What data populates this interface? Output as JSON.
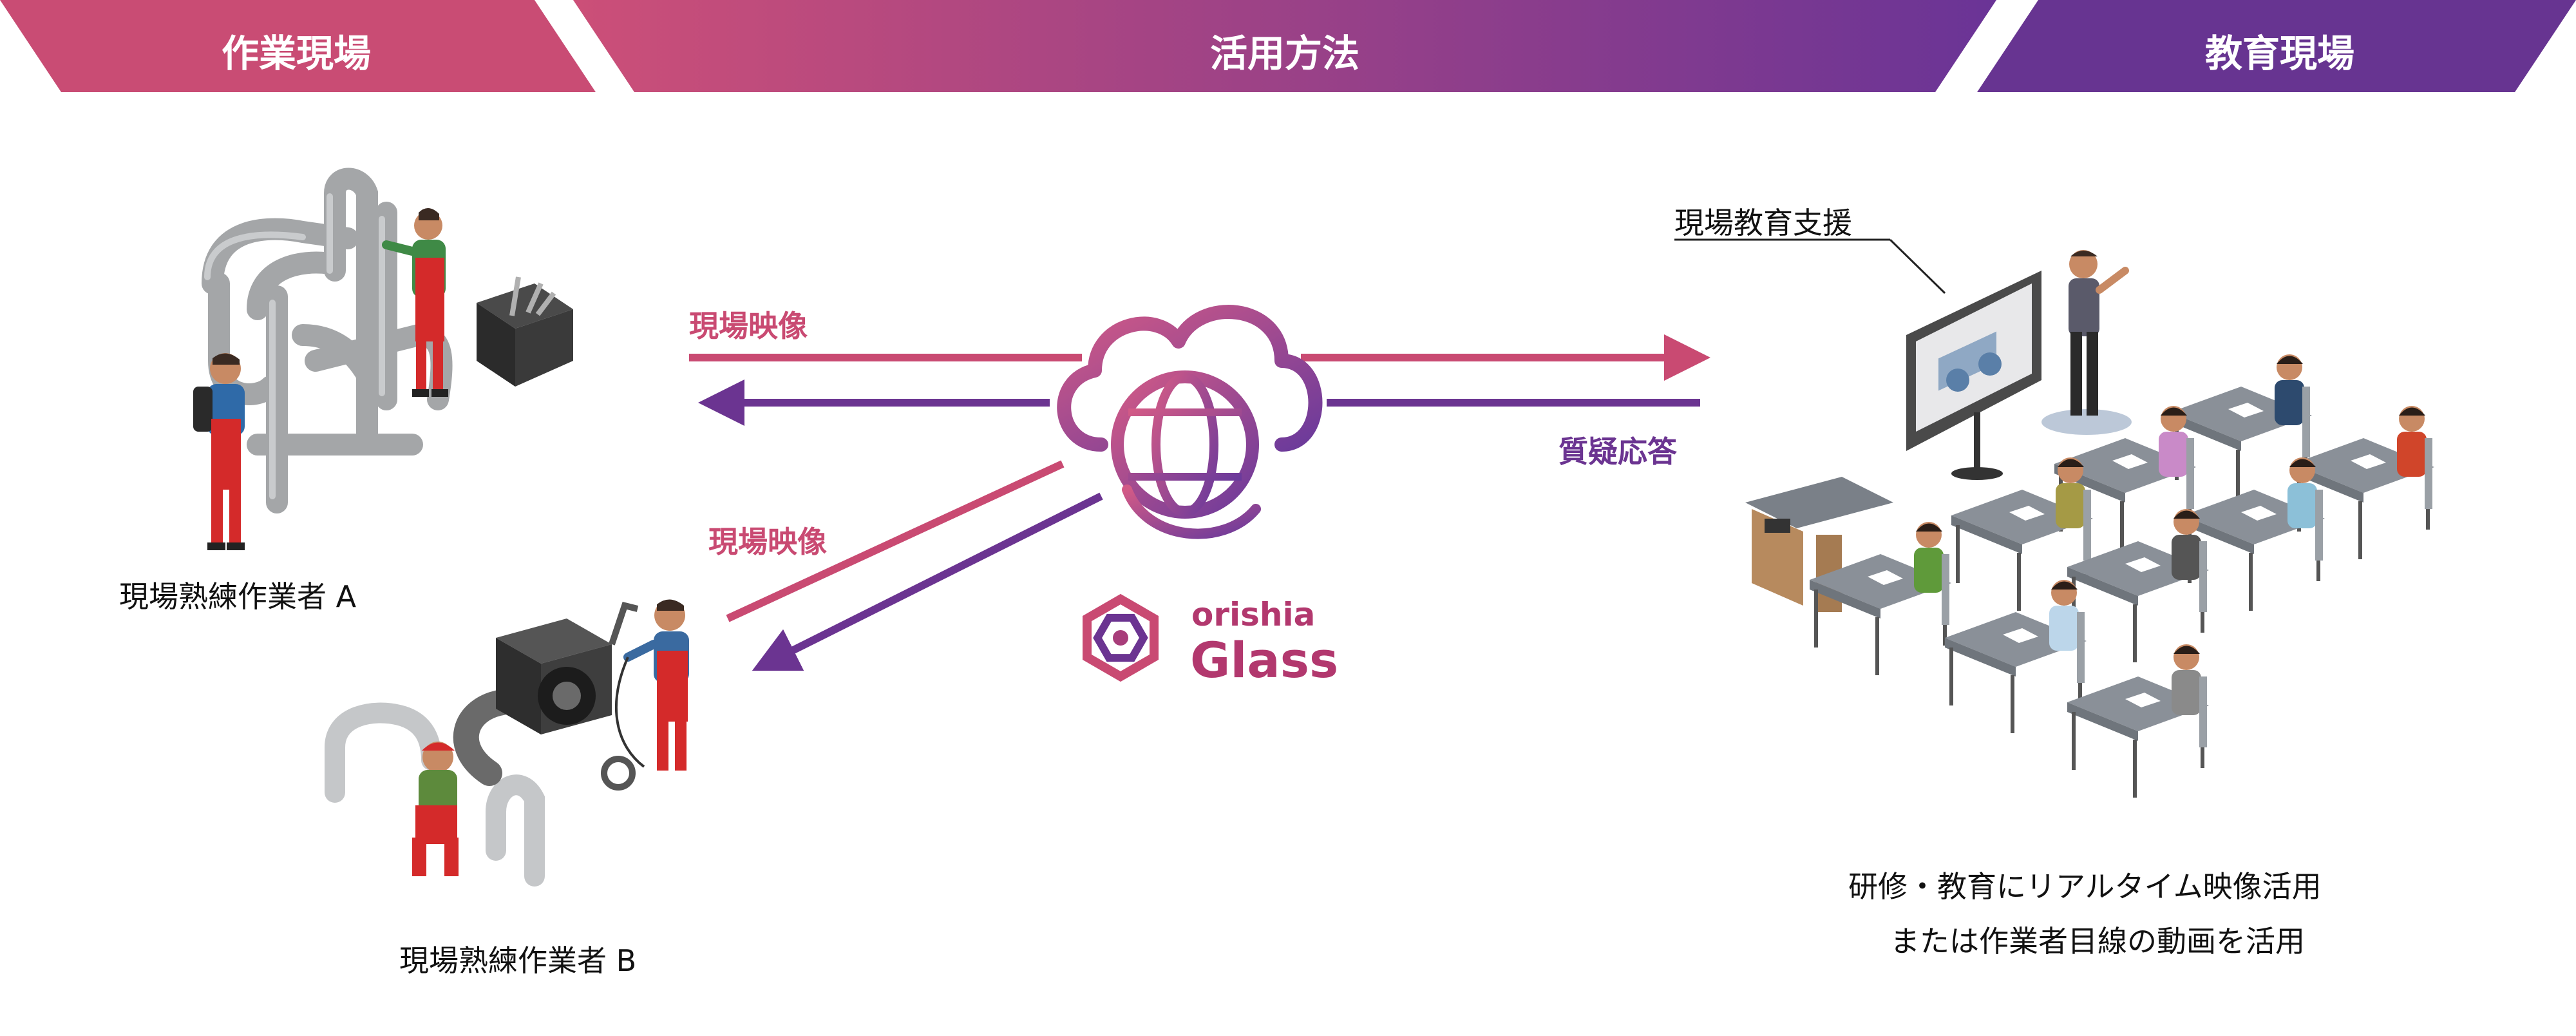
{
  "banners": {
    "left": "作業現場",
    "center": "活用方法",
    "right": "教育現場"
  },
  "left_side": {
    "worker_a_caption": "現場熟練作業者 A",
    "worker_b_caption": "現場熟練作業者 B"
  },
  "flows": {
    "video_label_top": "現場映像",
    "video_label_lower": "現場映像",
    "qa_label": "質疑応答"
  },
  "product": {
    "name_line1": "orishia",
    "name_line2": "Glass"
  },
  "right_side": {
    "support_label": "現場教育支援",
    "caption_line1": "研修・教育にリアルタイム映像活用",
    "caption_line2": "または作業者目線の動画を活用"
  },
  "colors": {
    "pink": "#c94a72",
    "purple": "#6b3491",
    "gray_pipe": "#9a9c9e",
    "worker_red": "#d42a2a"
  }
}
